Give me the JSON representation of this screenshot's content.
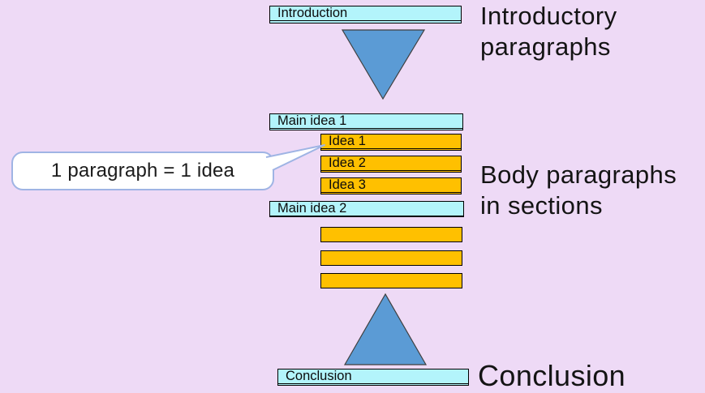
{
  "colors": {
    "background": "#EEDAF6",
    "cyan_box": "#B3F4FB",
    "orange_box": "#FFC000",
    "triangle_blue": "#5B9BD5",
    "box_border": "#000000",
    "callout_border": "#9FB4E4",
    "callout_fill": "#FFFFFF",
    "text": "#141414"
  },
  "flow": {
    "introduction_box": "Introduction",
    "main_idea_1_box": "Main idea 1",
    "idea_boxes": [
      "Idea 1",
      "Idea 2",
      "Idea 3"
    ],
    "main_idea_2_box": "Main idea 2",
    "empty_boxes_count": 3,
    "conclusion_box": "Conclusion"
  },
  "callout": {
    "text": "1 paragraph = 1 idea"
  },
  "side_labels": {
    "intro_line1": "Introductory",
    "intro_line2": "paragraphs",
    "body_line1": "Body paragraphs",
    "body_line2": "in sections",
    "conclusion": "Conclusion"
  }
}
